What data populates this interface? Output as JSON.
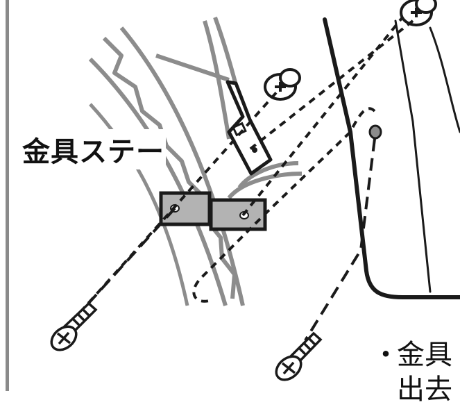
{
  "labels": {
    "bracket_stay": "金具ステー",
    "note_bullet": "・",
    "note_line1": "金具",
    "note_line2": "出去"
  },
  "colors": {
    "line": "#1a1a1a",
    "tire": "#8c8c8c",
    "part_fill": "#b3b3b3",
    "background": "#ffffff"
  },
  "icons": [
    "screw-icon",
    "push-clip-icon"
  ]
}
